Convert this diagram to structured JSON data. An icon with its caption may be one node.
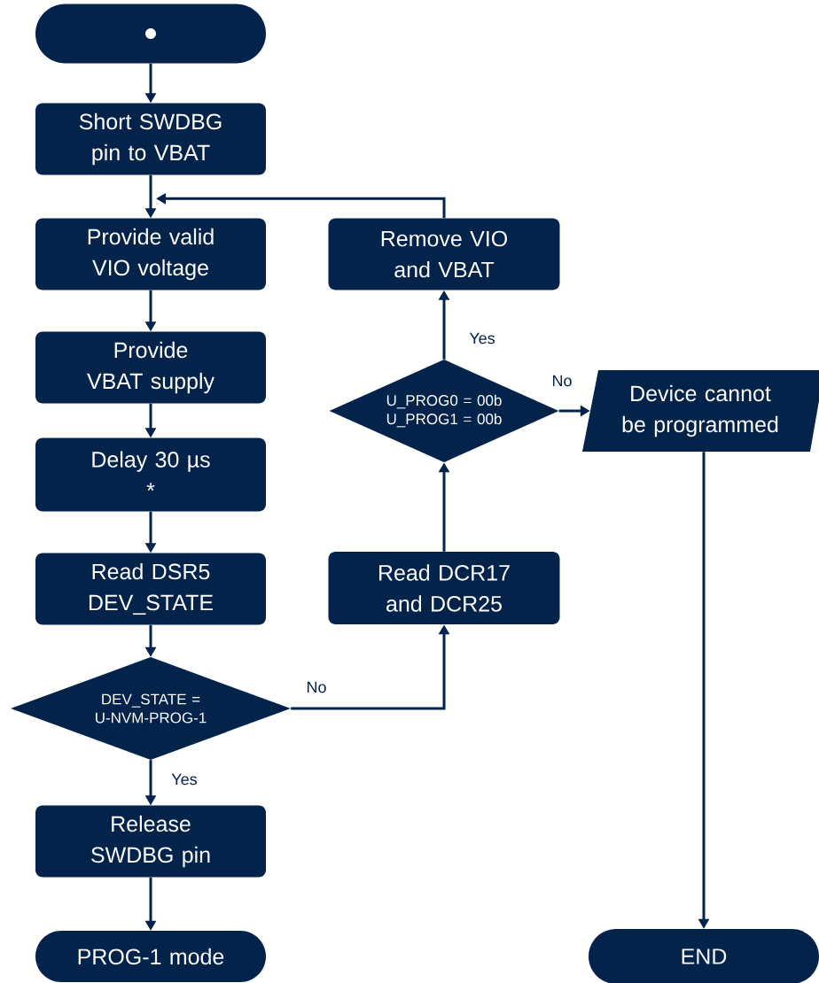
{
  "diagram": {
    "nodes": [
      {
        "text": [],
        "shape": "stadium"
      },
      {
        "text": [
          "Short SWDBG pin to VBAT"
        ]
      },
      {
        "text": [
          "Provide valid VIO voltage"
        ]
      },
      {
        "text": [
          "Provide VBAT supply"
        ]
      },
      {
        "text": [
          "Delay 30 µs",
          "*"
        ]
      },
      {
        "text": [
          "Read DSR5 DEV_STATE"
        ]
      },
      {
        "text": [
          "DEV_STATE = U-NVM-PROG-1"
        ]
      },
      {
        "text": [
          "Release SWDBG pin"
        ]
      },
      {
        "text": [
          "PROG-1 mode"
        ]
      },
      {
        "text": [
          "Read DCR17 and DCR25"
        ]
      },
      {
        "text": [
          "U_PROG0 = 00b U_PROG1 = 00b"
        ]
      },
      {
        "text": [
          "Remove VIO and VBAT"
        ]
      },
      {
        "text": [
          "Device cannot be programmed"
        ]
      },
      {
        "text": [
          "END"
        ]
      }
    ],
    "edges": [
      {
        "from": 0,
        "to": 1,
        "arrow": "to"
      },
      {
        "from": 1,
        "to": 2,
        "arrow": "to"
      },
      {
        "from": 2,
        "to": 3,
        "arrow": "to"
      },
      {
        "from": 3,
        "to": 4,
        "arrow": "to"
      },
      {
        "from": 4,
        "to": 5,
        "arrow": "to"
      },
      {
        "from": 5,
        "to": 6,
        "arrow": "to"
      },
      {
        "from": 6,
        "to": 7,
        "arrow": "to",
        "label": "Yes"
      },
      {
        "from": 7,
        "to": 8,
        "arrow": "to"
      },
      {
        "from": 6,
        "to": 9,
        "arrow": "to",
        "label": "No"
      },
      {
        "from": 9,
        "to": 10,
        "arrow": "to"
      },
      {
        "from": 10,
        "to": 11,
        "arrow": "to",
        "label": "Yes"
      },
      {
        "from": 11,
        "to": 2,
        "arrow": "to"
      },
      {
        "from": 10,
        "to": 12,
        "arrow": "to",
        "label": "No"
      },
      {
        "from": 12,
        "to": 13,
        "arrow": "to"
      }
    ]
  }
}
